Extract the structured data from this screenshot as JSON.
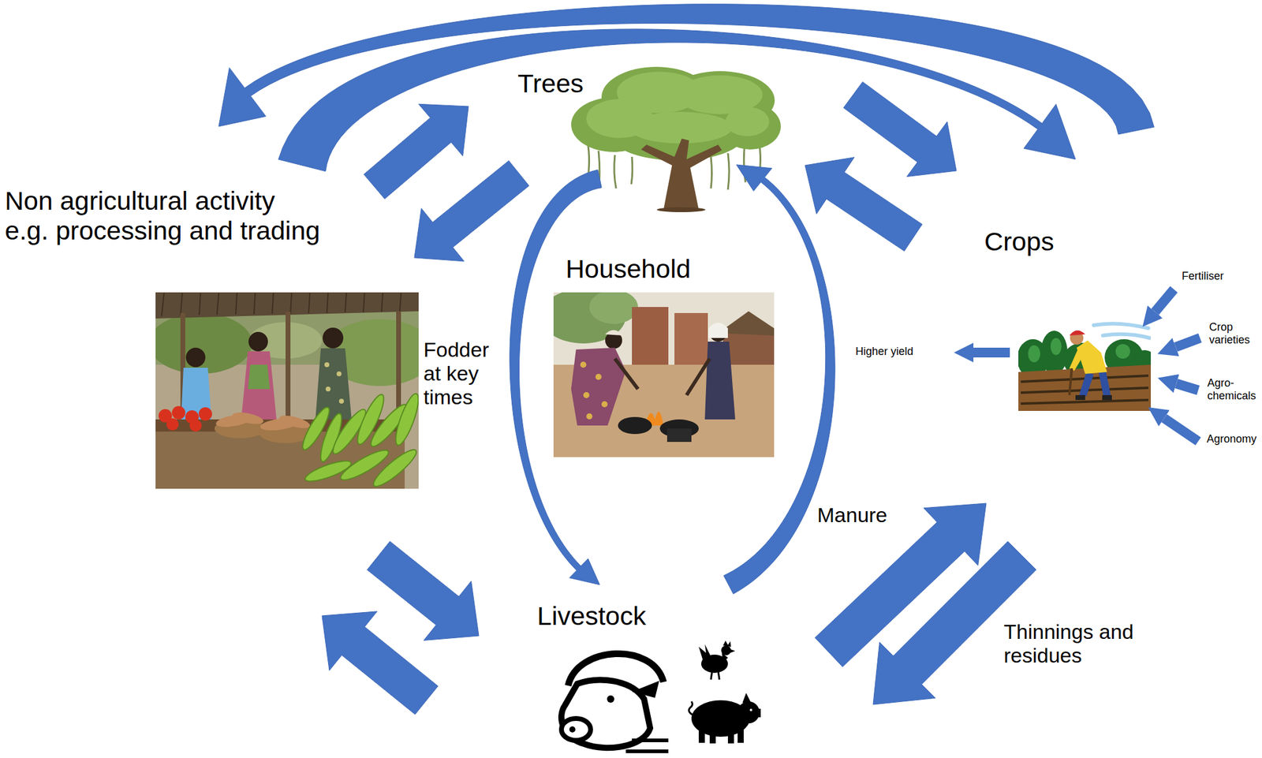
{
  "diagram": {
    "nodes": [
      {
        "text": [
          "Trees"
        ]
      },
      {
        "text": [
          "Non agricultural activity e.g. processing and trading"
        ]
      },
      {
        "text": [
          "Household"
        ]
      },
      {
        "text": [
          "Crops"
        ]
      },
      {
        "text": [
          "Livestock"
        ]
      }
    ],
    "edges": [
      {
        "from": 3,
        "to": 1,
        "arrow": "to"
      },
      {
        "from": 1,
        "to": 3,
        "arrow": "to"
      },
      {
        "from": 1,
        "to": 0,
        "arrow": "to"
      },
      {
        "from": 0,
        "to": 1,
        "arrow": "to"
      },
      {
        "from": 0,
        "to": 3,
        "arrow": "to"
      },
      {
        "from": 3,
        "to": 0,
        "arrow": "to"
      },
      {
        "from": 0,
        "to": 4,
        "arrow": "to",
        "label": "Fodder at key times"
      },
      {
        "from": 4,
        "to": 0,
        "arrow": "to"
      },
      {
        "from": 1,
        "to": 4,
        "arrow": "to"
      },
      {
        "from": 4,
        "to": 1,
        "arrow": "to"
      },
      {
        "from": 4,
        "to": 3,
        "arrow": "to",
        "label": "Manure"
      },
      {
        "from": 3,
        "to": 4,
        "arrow": "to",
        "label": "Thinnings and residues"
      }
    ],
    "labels": [
      "Higher yield",
      "Fertiliser",
      "Crop varieties",
      "Agro-chemicals",
      "Agronomy"
    ]
  }
}
